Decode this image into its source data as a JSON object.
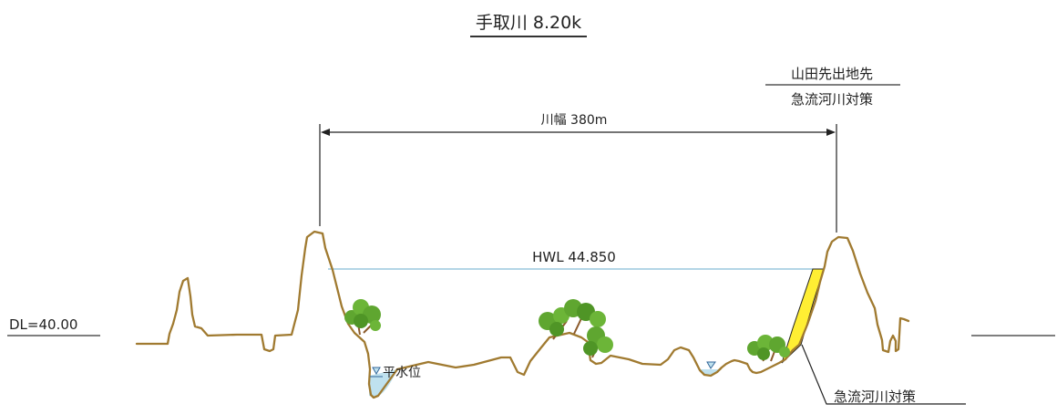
{
  "title": "手取川  8.20k",
  "location": {
    "name": "山田先出地先",
    "subtitle": "急流河川対策"
  },
  "river_width_label": "川幅 380m",
  "hwl_label": "HWL 44.850",
  "datum_label": "DL=40.00",
  "low_water_label": "平水位",
  "callout_label": "急流河川対策",
  "colors": {
    "ground": "#a07a30",
    "water": "#bfe1ee",
    "hwl_line": "#9cc8de",
    "revetment": "#ffee33",
    "tree_foliage": "#5fa630",
    "tree_trunk": "#8b5a2b"
  },
  "icons": [
    "tree-icon",
    "water-level-triangle-icon"
  ]
}
